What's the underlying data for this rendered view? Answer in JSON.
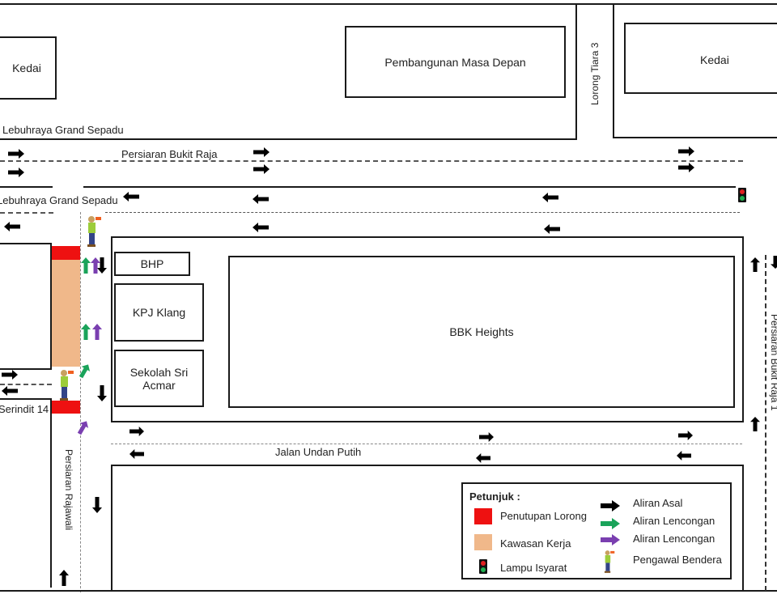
{
  "buildings": {
    "kedai_left": "Kedai",
    "pembangunan": "Pembangunan  Masa Depan",
    "kedai_right": "Kedai",
    "bhp": "BHP",
    "kpj": "KPJ Klang",
    "sekolah": "Sekolah Sri Acmar",
    "bbk": "BBK Heights"
  },
  "roads": {
    "lebuhraya_top": "Lebuhraya Grand Sepadu",
    "persiaran_bukit_raja": "Persiaran Bukit Raja",
    "lebuhraya_mid": "Lebuhraya Grand Sepadu",
    "lorong_tiara": "Lorong Tiara 3",
    "serindit": "Serindit 14",
    "rajawali": "Persiaran Rajawali",
    "undan_putih": "Jalan Undan Putih",
    "bukit_raja_1": "Persiaran Bukit Raja 1"
  },
  "legend": {
    "title": "Petunjuk :",
    "items": [
      {
        "icon": "red-square",
        "label": "Penutupan Lorong",
        "color": "#ee1111"
      },
      {
        "icon": "tan-square",
        "label": "Kawasan Kerja",
        "color": "#f0b88a"
      },
      {
        "icon": "traffic-light",
        "label": "Lampu Isyarat"
      },
      {
        "icon": "black-arrow",
        "label": "Aliran Asal",
        "color": "#000000"
      },
      {
        "icon": "green-arrow",
        "label": "Aliran Lencongan",
        "color": "#1aa35a"
      },
      {
        "icon": "purple-arrow",
        "label": "Aliran Lencongan",
        "color": "#7a3fb0"
      },
      {
        "icon": "flagman",
        "label": "Pengawal Bendera"
      }
    ]
  },
  "colors": {
    "closure": "#ee1111",
    "work_zone": "#f0b88a",
    "original_flow": "#000000",
    "detour_green": "#1aa35a",
    "detour_purple": "#7a3fb0"
  }
}
